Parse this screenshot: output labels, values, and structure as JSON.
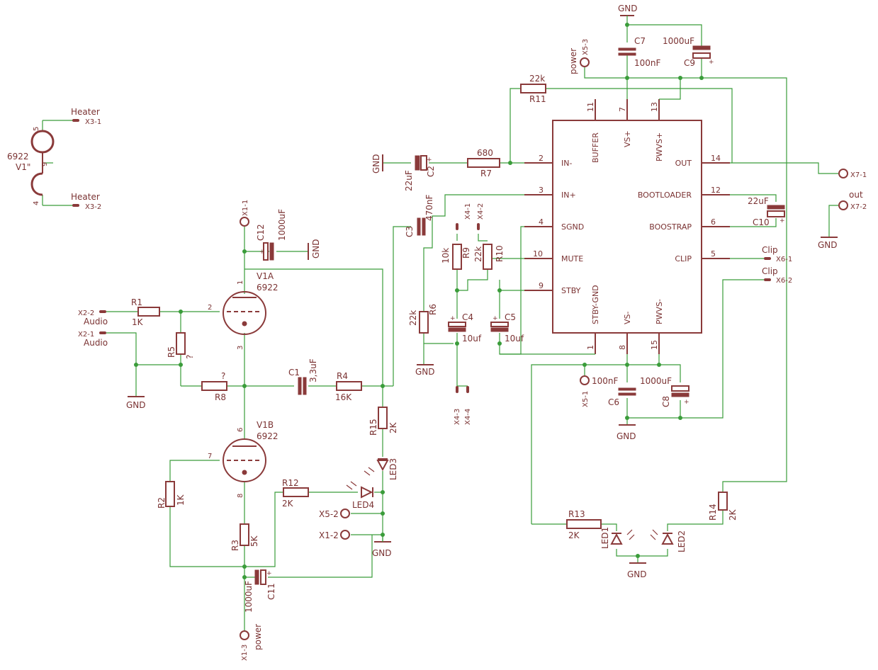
{
  "ic": {
    "pins_left": [
      {
        "num": "2",
        "name": "IN-"
      },
      {
        "num": "3",
        "name": "IN+"
      },
      {
        "num": "4",
        "name": "SGND"
      },
      {
        "num": "10",
        "name": "MUTE"
      },
      {
        "num": "9",
        "name": "STBY"
      }
    ],
    "pins_right": [
      {
        "num": "14",
        "name": "OUT"
      },
      {
        "num": "12",
        "name": "BOOTLOADER"
      },
      {
        "num": "6",
        "name": "BOOSTRAP"
      },
      {
        "num": "5",
        "name": "CLIP"
      }
    ],
    "pins_top": [
      {
        "num": "11",
        "name": "BUFFER"
      },
      {
        "num": "7",
        "name": "VS+"
      },
      {
        "num": "13",
        "name": "PWVS+"
      }
    ],
    "pins_bottom": [
      {
        "num": "1",
        "name": "STBY-GND"
      },
      {
        "num": "8",
        "name": "VS-"
      },
      {
        "num": "15",
        "name": "PWVS-"
      }
    ]
  },
  "labels": {
    "gnd": "GND",
    "power": "power",
    "out": "out",
    "clip": "Clip",
    "audio": "Audio",
    "heater": "Heater",
    "tube_type": "6922",
    "tube_v1": "V1\"",
    "qmark": "?"
  },
  "connectors": {
    "x3_1": "X3-1",
    "x3_2": "X3-2",
    "x1_1": "X1-1",
    "x1_2": "X1-2",
    "x1_3": "X1-3",
    "x2_1": "X2-1",
    "x2_2": "X2-2",
    "x5_1": "X5-1",
    "x5_2": "X5-2",
    "x5_3": "X5-3",
    "x4_1": "X4-1",
    "x4_2": "X4-2",
    "x4_3": "X4-3",
    "x4_4": "X4-4",
    "x6_1": "X6-1",
    "x6_2": "X6-2",
    "x7_1": "X7-1",
    "x7_2": "X7-2"
  },
  "parts": {
    "r1": "R1",
    "r1_v": "1K",
    "r2": "R2",
    "r2_v": "1K",
    "r3": "R3",
    "r3_v": "5K",
    "r4": "R4",
    "r4_v": "16K",
    "r5": "R5",
    "r6": "R6",
    "r7": "R7",
    "r7_v": "680",
    "r8": "R8",
    "r9": "R9",
    "r9_v": "10k",
    "r10": "R10",
    "r10_v": "22k",
    "r11": "R11",
    "r11_v": "22k",
    "r12": "R12",
    "r12_v": "2K",
    "r13": "R13",
    "r13_v": "2K",
    "r14": "R14",
    "r14_v": "2K",
    "r15": "R15",
    "r15_v": "2K",
    "r6b_v": "22k",
    "c1": "C1",
    "c1_v": "3,3uF",
    "c2": "C2",
    "c2_v": "22uF",
    "c3": "C3",
    "c3_v": "470nF",
    "c4": "C4",
    "c4_v": "10uf",
    "c5": "C5",
    "c5_v": "10uf",
    "c6": "C6",
    "c6_v": "100nF",
    "c7": "C7",
    "c7_v": "100nF",
    "c8": "C8",
    "c8_v": "1000uF",
    "c9": "C9",
    "c9_v": "1000uF",
    "c10": "C10",
    "c10_v": "22uF",
    "c11": "C11",
    "c11_v": "1000uF",
    "c12": "C12",
    "c12_v": "1000uF",
    "v1a": "V1A",
    "v1b": "V1B",
    "led1": "LED1",
    "led2": "LED2",
    "led3": "LED3",
    "led4": "LED4"
  },
  "pins": {
    "p1": "1",
    "p2": "2",
    "p3": "3",
    "p4": "4",
    "p5": "5",
    "p6": "6",
    "p7": "7",
    "p8": "8",
    "p9": "9"
  }
}
